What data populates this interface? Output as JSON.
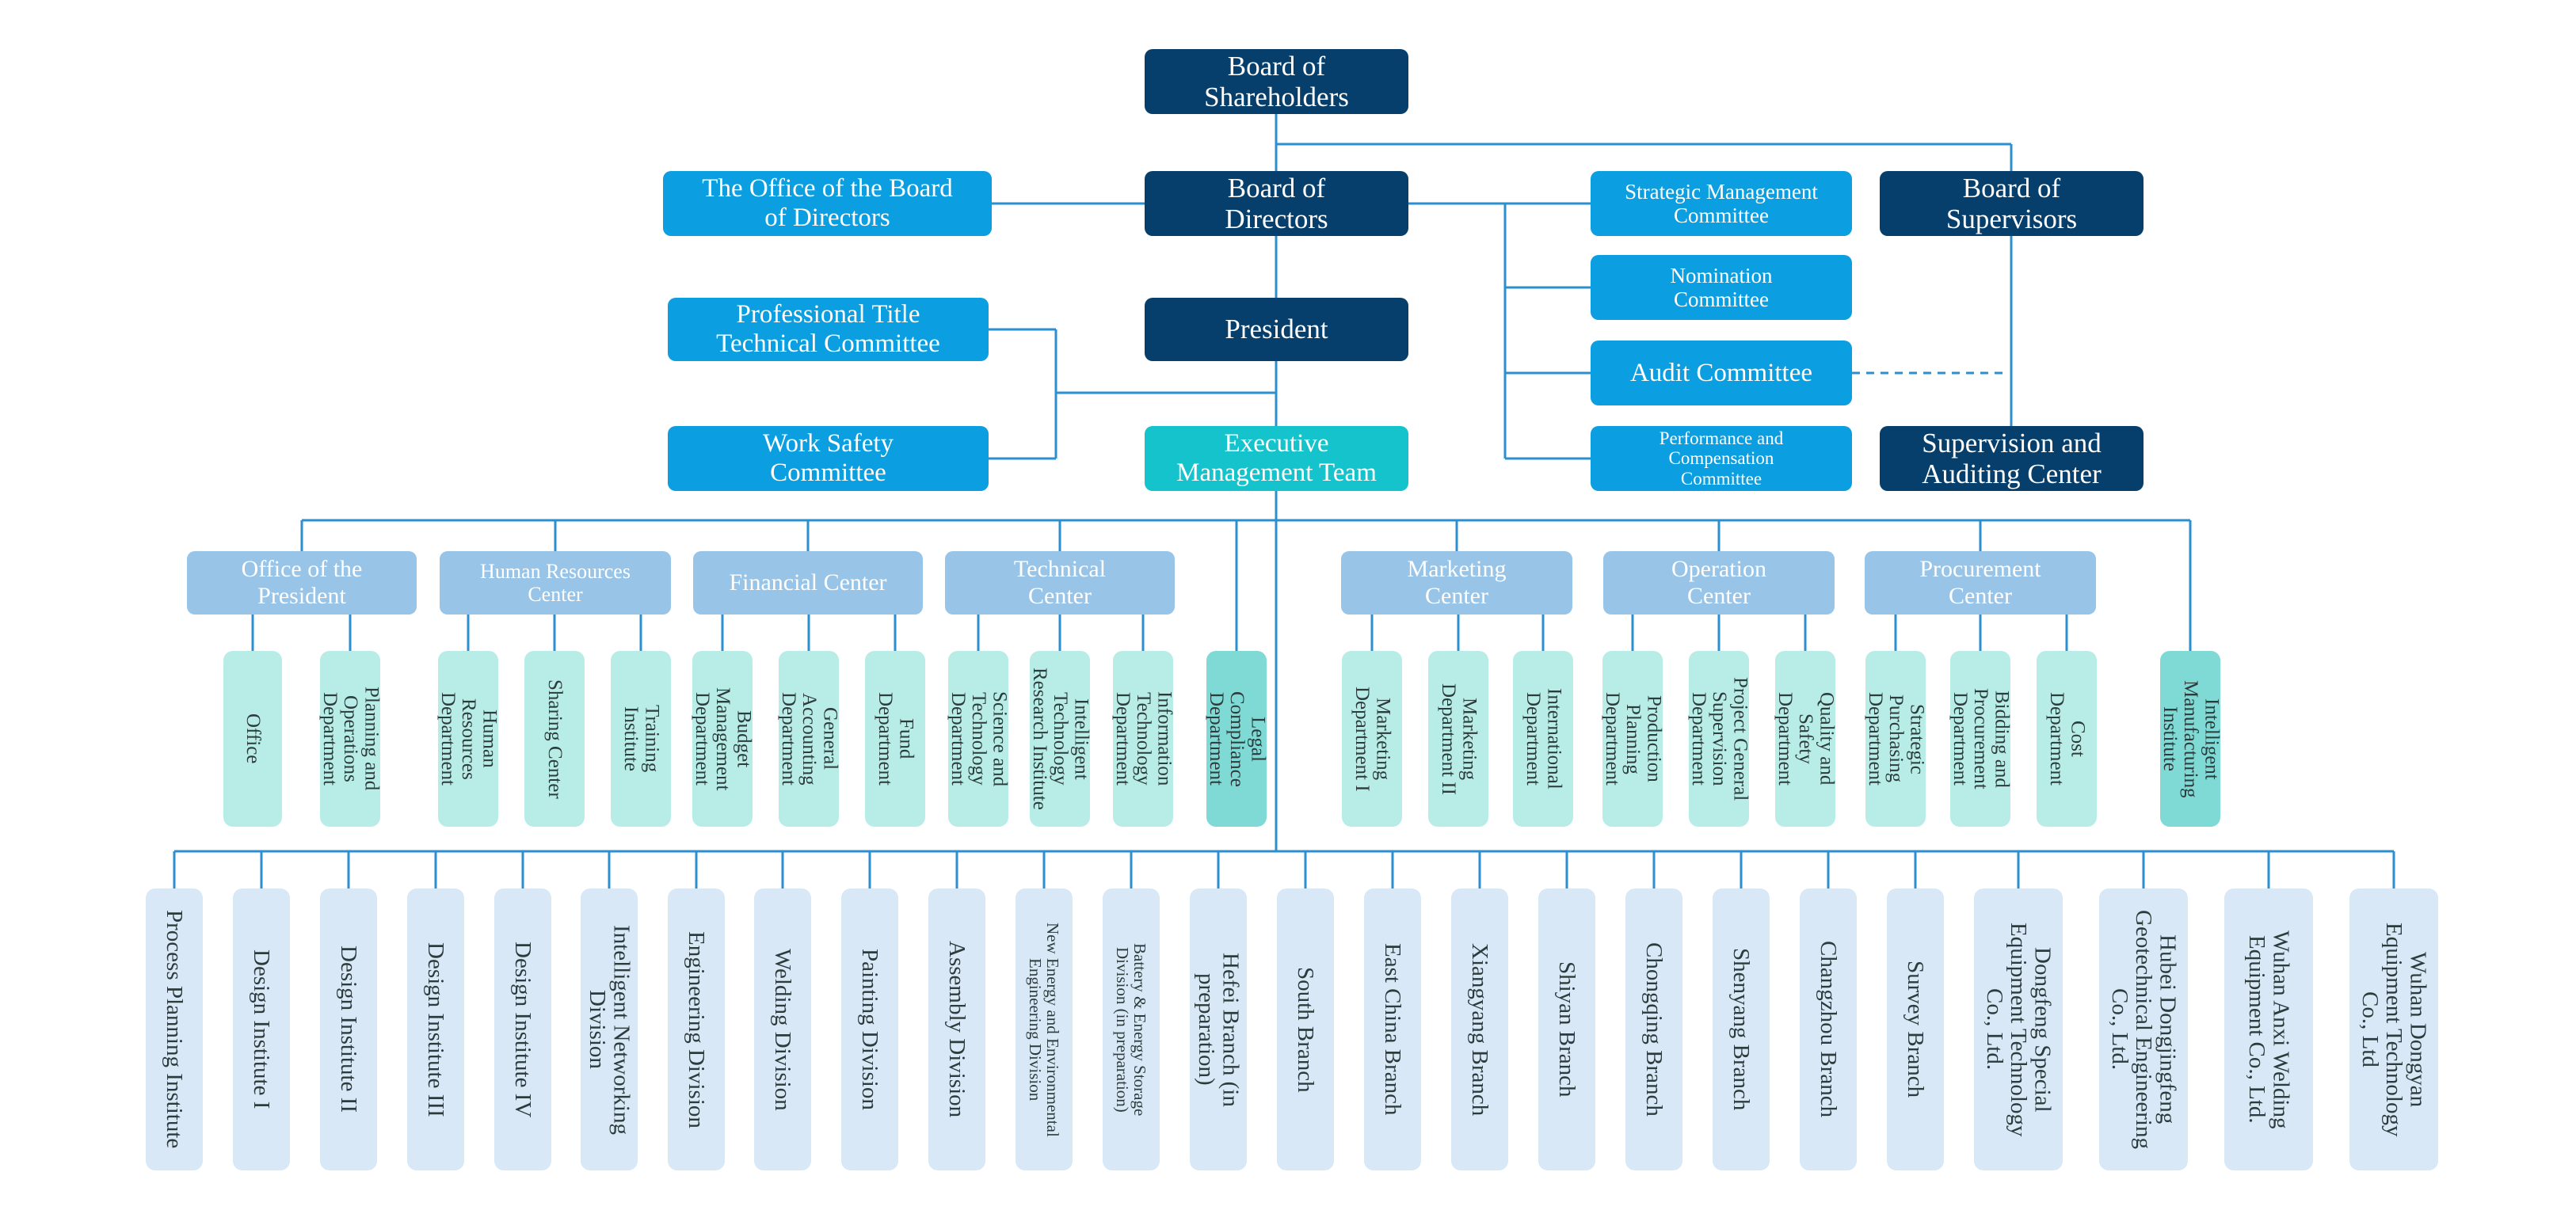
{
  "top": {
    "board_of_shareholders": "Board of\nShareholders",
    "board_of_directors": "Board of\nDirectors",
    "office_of_board": "The Office of the Board\nof Directors",
    "strategic_committee": "Strategic Management\nCommittee",
    "board_of_supervisors": "Board of\nSupervisors",
    "nomination_committee": "Nomination\nCommittee",
    "audit_committee": "Audit Committee",
    "performance_committee": "Performance and\nCompensation\nCommittee",
    "supervision_center": "Supervision and\nAuditing Center",
    "professional_title_committee": "Professional Title\nTechnical Committee",
    "president": "President",
    "work_safety_committee": "Work Safety\nCommittee",
    "executive_team": "Executive\nManagement Team"
  },
  "centers": [
    {
      "label": "Office of the\nPresident",
      "departments": [
        "Office",
        "Planning and\nOperations\nDepartment"
      ]
    },
    {
      "label": "Human Resources\nCenter",
      "departments": [
        "Human\nResources\nDepartment",
        "Sharing Center",
        "Training\nInstitute"
      ]
    },
    {
      "label": "Financial Center",
      "departments": [
        "Budget\nManagement\nDepartment",
        "General\nAccounting\nDepartment",
        "Fund\nDepartment"
      ]
    },
    {
      "label": "Technical\nCenter",
      "departments": [
        "Science and\nTechnology\nDepartment",
        "Intelligent\nTechnology\nResearch Institute",
        "Information\nTechnology\nDepartment"
      ]
    },
    {
      "label": "Marketing\nCenter",
      "departments": [
        "Marketing\nDepartment I",
        "Marketing\nDepartment II",
        "International\nDepartment"
      ]
    },
    {
      "label": "Operation\nCenter",
      "departments": [
        "Production\nPlanning\nDepartment",
        "Project General\nSupervision\nDepartment",
        "Quality and\nSafety\nDepartment"
      ]
    },
    {
      "label": "Procurement\nCenter",
      "departments": [
        "Strategic\nPurchasing\nDepartment",
        "Bidding and\nProcurement\nDepartment",
        "Cost\nDepartment"
      ]
    }
  ],
  "standalone_departments": {
    "legal": "Legal\nCompliance\nDepartment",
    "intelligent_manufacturing": "Intelligent\nManufacturing\nInstitute"
  },
  "business_units": [
    "Process Planning Institute",
    "Design Institute I",
    "Design Institute II",
    "Design Institute III",
    "Design Institute IV",
    "Intelligent Networking\nDivision",
    "Engineering Division",
    "Welding Division",
    "Painting Division",
    "Assembly Division",
    "New Energy and Environmental\nEngineering Division",
    "Battery & Energy Storage\nDivision (in preparation)",
    "Hefei Branch (in\npreparation)",
    "South Branch",
    "East China Branch",
    "Xiangyang Branch",
    "Shiyan Branch",
    "Chongqing Branch",
    "Shenyang Branch",
    "Changzhou Branch",
    "Survey Branch",
    "Dongfeng Special\nEquipment Technology\nCo., Ltd.",
    "Hubei Dongjingfeng\nGeotechnical Engineering\nCo., Ltd.",
    "Wuhan Anxi Welding\nEquipment Co., Ltd.",
    "Wuhan Dongyan\nEquipment Technology\nCo., Ltd"
  ],
  "colors": {
    "connector": "#2c8fd0",
    "dark_navy": "#063f6c",
    "bright_blue": "#0b9ee0",
    "teal": "#15c3cc",
    "center_blue": "#98c4e8",
    "department_mint": "#b8ece6",
    "highlight_mint": "#7fd9d4",
    "unit_pale": "#d9e8f6"
  }
}
